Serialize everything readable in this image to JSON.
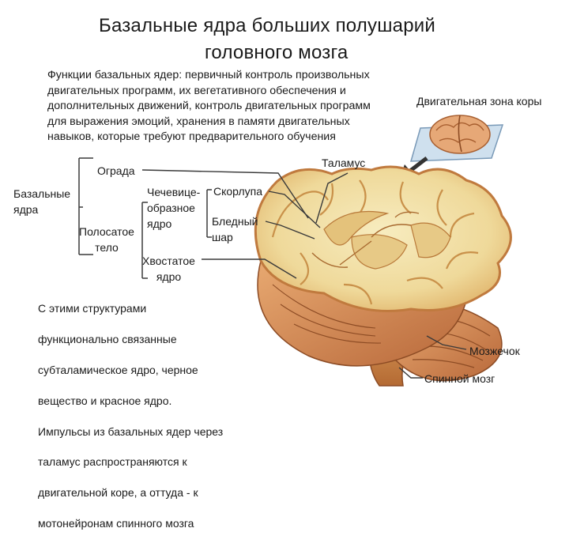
{
  "title": {
    "line1": "Базальные ядра больших полушарий",
    "line2": "головного мозга"
  },
  "description": [
    "Функции базальных ядер: первичный контроль произвольных",
    "двигательных программ, их вегетативного обеспечения и",
    "дополнительных движений, контроль двигательных программ",
    "для выражения эмоций, хранения в памяти двигательных",
    "навыков, которые требуют предварительного обучения"
  ],
  "labels": {
    "motor_cortex": "Двигательная зона коры",
    "thalamus": "Таламус",
    "claustrum": "Ограда",
    "basal_nuclei": [
      "Базальные",
      "ядра"
    ],
    "lentiform": [
      "Чечевице-",
      "образное",
      "ядро"
    ],
    "putamen": "Скорлупа",
    "globus_pallidus": [
      "Бледный",
      "шар"
    ],
    "striatum": [
      "Полосатое",
      "тело"
    ],
    "caudate": [
      "Хвостатое",
      "ядро"
    ],
    "cerebellum": "Мозжечок",
    "spinal_cord": "Спинной мозг"
  },
  "note": [
    "С этими структурами",
    "функционально связанные",
    "субталамическое ядро, черное",
    "вещество и красное ядро.",
    "Импульсы из базальных ядер через",
    "таламус распространяются к",
    "двигательной коре, а оттуда - к",
    "мотонейронам спинного мозга"
  ],
  "colors": {
    "line": "#3a3a3a",
    "brain_edge": "#b8703a",
    "brain_fill": "#f3e3a6",
    "brain_dark": "#c98a46",
    "nucleus": "#e6c47d"
  }
}
